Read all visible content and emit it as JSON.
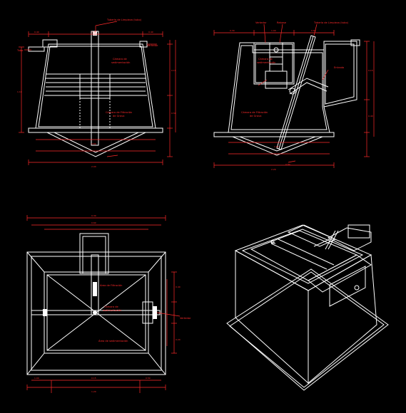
{
  "canvas": {
    "background": "#000000",
    "line_color": "#ffffff",
    "dimension_color": "#ff2a2a"
  },
  "views": {
    "front_section": {
      "top_label": "Tubería de Limpieza (tubo) ",
      "left_label": "Tubo",
      "right_label": "Vertedor",
      "inner_label_1": "Cámara de",
      "inner_label_1b": "sedimentación",
      "inner_label_2": "Cámara de Filtración",
      "inner_label_2b": "de Grava",
      "dims": [
        "0.40",
        "1.20",
        "0.40",
        "2.00",
        "0.15",
        "0.50",
        "1.10",
        "0.60"
      ]
    },
    "side_section": {
      "top_label_left": "Vertedor",
      "top_label_mid": "Rebose",
      "top_label_right": "Tubería de Limpieza (tubo) ",
      "right_label": "Entrada",
      "inner_label_1": "Cámara de",
      "inner_label_1b": "sedimentación",
      "inner_label_2": "Cámara de Filtración",
      "inner_label_2b": "de Grava",
      "dims": [
        "0.30",
        "1.00",
        "0.60",
        "2.20",
        "0.15",
        "0.40",
        "1.50",
        "0.80"
      ]
    },
    "plan_view": {
      "label_1": "Área de Filtración",
      "label_2": "Cámara de",
      "label_2b": "sedimentación",
      "label_3": "Área de sedimentación",
      "right_label": "Vertedor",
      "dims": [
        "0.30",
        "0.60",
        "1.20",
        "0.40",
        "0.20",
        "1.00",
        "0.15",
        "0.50"
      ]
    },
    "isometric": {}
  }
}
